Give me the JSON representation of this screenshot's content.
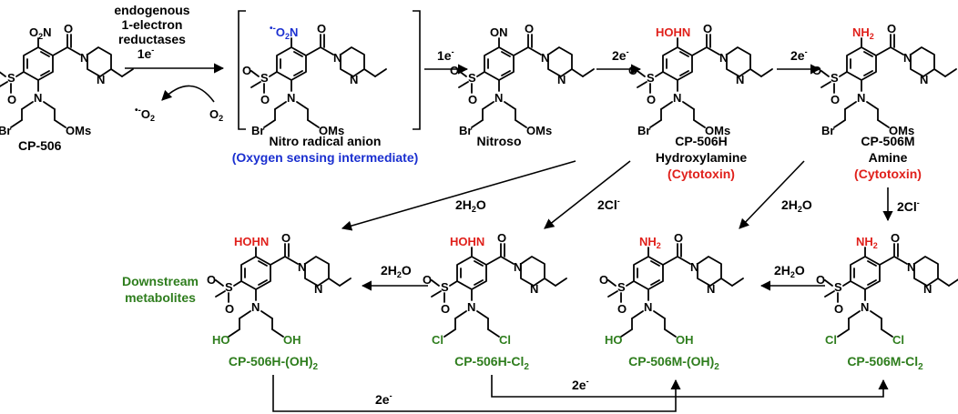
{
  "colors": {
    "black": "#000000",
    "red": "#e0201b",
    "blue": "#1a2fd0",
    "green": "#2e7d1d"
  },
  "top_row": [
    {
      "atom": "O",
      "sub": "2",
      "atom2": "N",
      "label": "CP-506",
      "label_color": "black"
    },
    {
      "atom_prefix": "•-",
      "atom": "O",
      "sub": "2",
      "atom2": "N",
      "label": "Nitro radical anion",
      "label2": "(Oxygen sensing intermediate)",
      "label2_color": "blue"
    },
    {
      "atom": "ON",
      "label": "Nitroso"
    },
    {
      "atom": "HOHN",
      "label": "CP-506H",
      "label2": "Hydroxylamine",
      "label3": "(Cytotoxin)"
    },
    {
      "atom": "NH",
      "sub": "2",
      "label": "CP-506M",
      "label2": "Amine",
      "label3": "(Cytotoxin)"
    }
  ],
  "bottom_row": [
    {
      "atom": "HOHN",
      "left_tail": "HO",
      "right_tail": "OH",
      "label": "CP-506H-(OH)",
      "label_sub": "2"
    },
    {
      "atom": "HOHN",
      "left_tail": "Cl",
      "right_tail": "Cl",
      "label": "CP-506H-Cl",
      "label_sub": "2"
    },
    {
      "atom": "NH",
      "sub": "2",
      "left_tail": "HO",
      "right_tail": "OH",
      "label": "CP-506M-(OH)",
      "label_sub": "2"
    },
    {
      "atom": "NH",
      "sub": "2",
      "left_tail": "Cl",
      "right_tail": "Cl",
      "label": "CP-506M-Cl",
      "label_sub": "2"
    }
  ],
  "atoms": {
    "O": "O",
    "N": "N",
    "S": "S",
    "Br": "Br",
    "OMs": "OMs",
    "O2": "O",
    "O2_sub": "2"
  },
  "arrows": {
    "reductase_line1": "endogenous",
    "reductase_line2": "1-electron",
    "reductase_line3": "reductases",
    "reductase_e": "1e",
    "reductase_e_sup": "-",
    "superoxide_dot": "•-",
    "superoxide": "O",
    "superoxide_sub": "2",
    "oxygen": "O",
    "oxygen_sub": "2",
    "step2": "1e",
    "step2_sup": "-",
    "step3": "2e",
    "step3_sup": "-",
    "step4": "2e",
    "step4_sup": "-",
    "diag1": "2H",
    "diag1_sub": "2",
    "diag1_tail": "O",
    "diag2": "2Cl",
    "diag2_sup": "-",
    "diag3": "2H",
    "diag3_sub": "2",
    "diag3_tail": "O",
    "down": "2Cl",
    "down_sup": "-",
    "h1": "2H",
    "h1_sub": "2",
    "h1_tail": "O",
    "h2": "2H",
    "h2_sub": "2",
    "h2_tail": "O",
    "bottom1": "2e",
    "bottom1_sup": "-",
    "bottom2": "2e",
    "bottom2_sup": "-"
  },
  "downstream_line1": "Downstream",
  "downstream_line2": "metabolites"
}
